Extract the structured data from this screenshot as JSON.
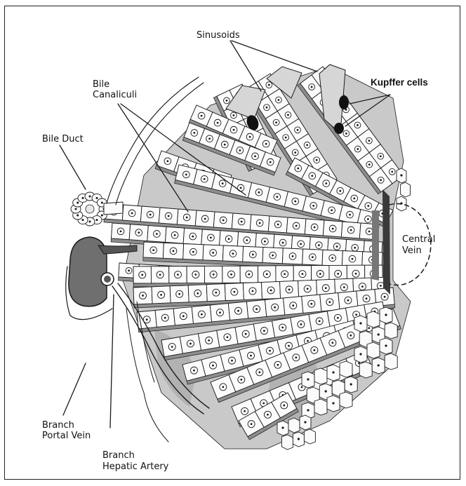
{
  "labels": {
    "sinusoids": "Sinusoids",
    "kupffer_cells": "Kupffer cells",
    "bile_canaliculi_line1": "Bile",
    "bile_canaliculi_line2": "Canaliculi",
    "bile_duct": "Bile Duct",
    "central_vein_line1": "Central",
    "central_vein_line2": "Vein",
    "portal_vein_line1": "Branch",
    "portal_vein_line2": "Portal Vein",
    "hepatic_artery_line1": "Branch",
    "hepatic_artery_line2": "Hepatic Artery"
  },
  "colors": {
    "ink": "#1a1a1a",
    "cell_fill": "#fbfbfb",
    "shade": "#c9c9c9",
    "background": "#ffffff"
  }
}
